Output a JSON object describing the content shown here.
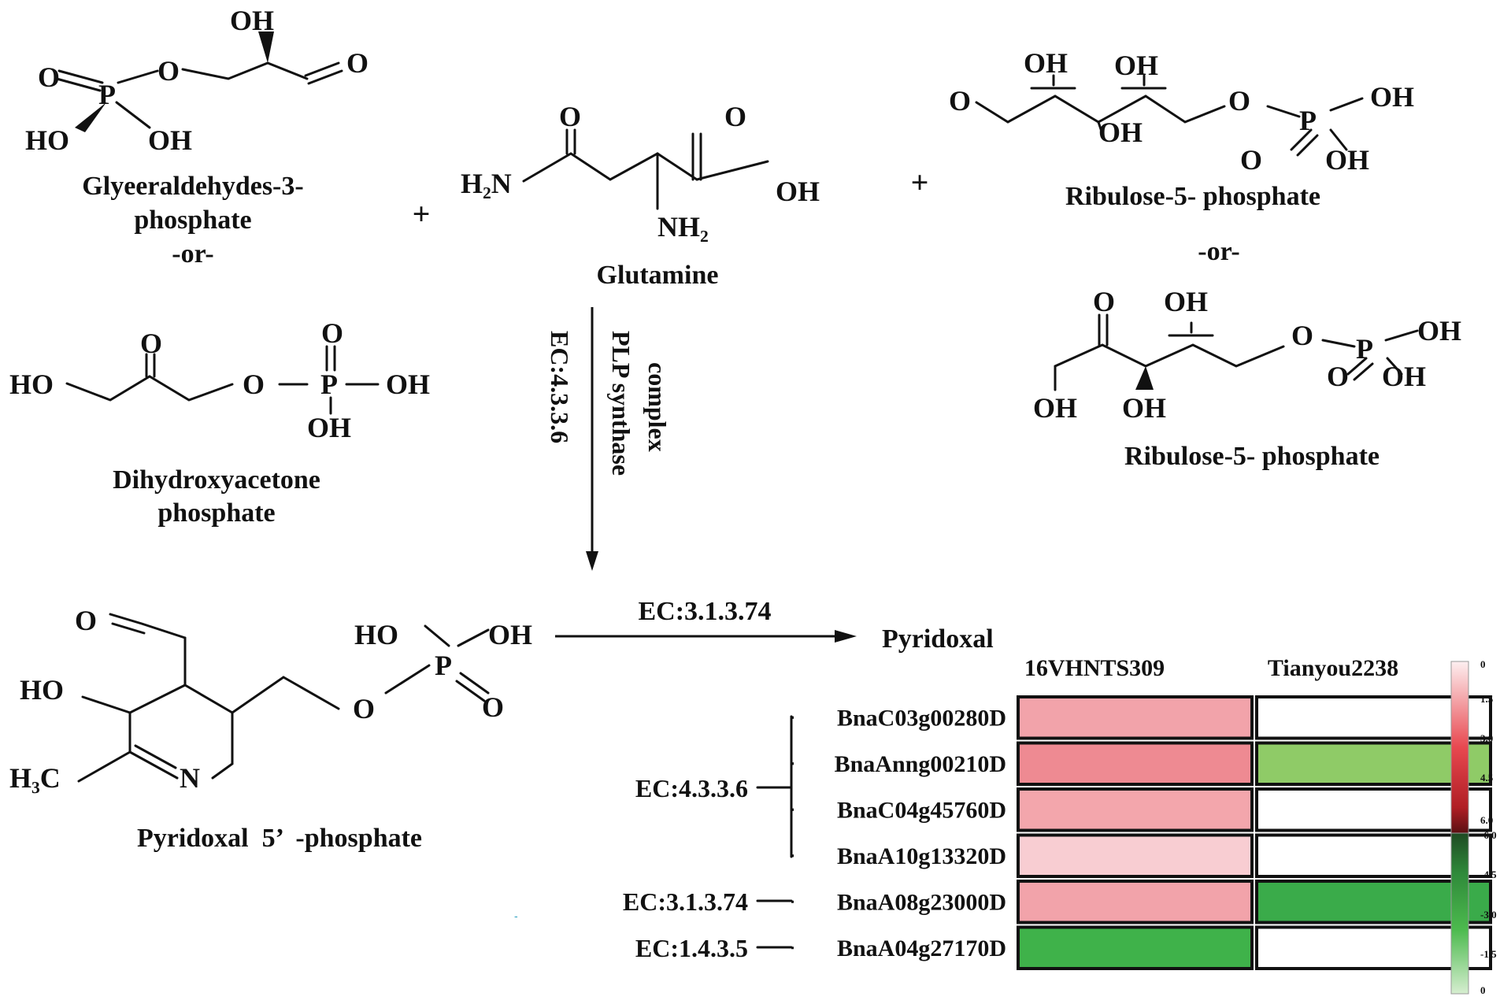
{
  "molecules": {
    "g3p": {
      "name_line1": "Glyeeraldehydes-3-",
      "name_line2": "phosphate",
      "or": "-or-"
    },
    "dhap": {
      "name_line1": "Dihydroxyacetone",
      "name_line2": "phosphate"
    },
    "glutamine": {
      "name": "Glutamine"
    },
    "ru5p_a": {
      "name": "Ribulose-5- phosphate",
      "or": "-or-"
    },
    "ru5p_b": {
      "name": "Ribulose-5- phosphate"
    },
    "plp": {
      "name": "Pyridoxal  5’  -phosphate"
    },
    "pyridoxal": {
      "name": "Pyridoxal"
    }
  },
  "atoms": {
    "OH": "OH",
    "O": "O",
    "P": "P",
    "HO": "HO",
    "NH2": "NH₂",
    "H2N": "H₂N",
    "N": "N",
    "H3C": "H₃C"
  },
  "plus": "+",
  "reactions": {
    "main_ec": "EC:4.3.3.6",
    "main_enzyme_line1": "PLP synthase",
    "main_enzyme_line2": "complex",
    "second_ec": "EC:3.1.3.74"
  },
  "heatmap": {
    "columns": [
      "16VHNTS309",
      "Tianyou2238"
    ],
    "groups": [
      {
        "ec": "EC:4.3.3.6",
        "genes": [
          "BnaC03g00280D",
          "BnaAnng00210D",
          "BnaC04g45760D",
          "BnaA10g13320D"
        ]
      },
      {
        "ec": "EC:3.1.3.74",
        "genes": [
          "BnaA08g23000D"
        ]
      },
      {
        "ec": "EC:1.4.3.5",
        "genes": [
          "BnaA04g27170D"
        ]
      }
    ],
    "cells": [
      [
        "#f2a3aa",
        "#ffffff"
      ],
      [
        "#ee8a92",
        "#8fcb67"
      ],
      [
        "#f3a6ac",
        "#ffffff"
      ],
      [
        "#f8cdd2",
        "#ffffff"
      ],
      [
        "#f2a3aa",
        "#3aab4a"
      ],
      [
        "#3fb24a",
        "#ffffff"
      ]
    ],
    "scale_labels": [
      "0",
      "1.5",
      "3.0",
      "4.5",
      "6.0",
      "-6.0",
      "-4.5",
      "-3.0",
      "-1.5",
      "0"
    ]
  }
}
